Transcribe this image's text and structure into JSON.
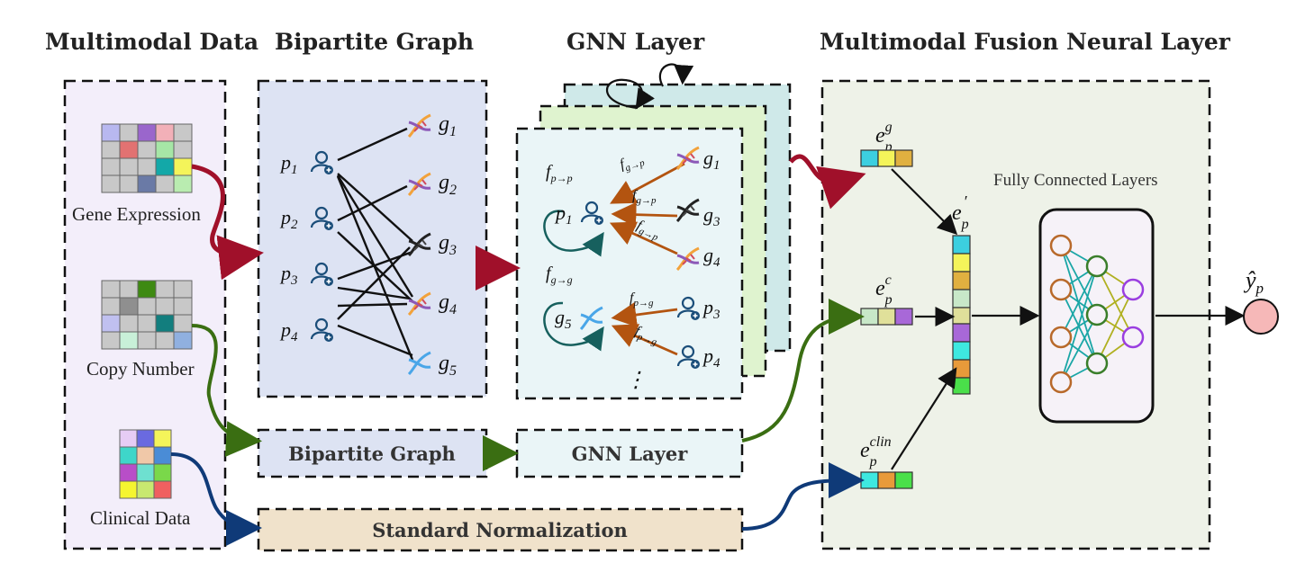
{
  "titles": {
    "multimodal_data": "Multimodal Data",
    "bipartite_graph": "Bipartite Graph",
    "gnn_layer": "GNN Layer",
    "fusion_layer": "Multimodal Fusion Neural Layer"
  },
  "inputs": {
    "gene_expression": "Gene Expression",
    "copy_number": "Copy Number",
    "clinical_data": "Clinical Data"
  },
  "bipartite": {
    "patients": [
      "p",
      "p",
      "p",
      "p"
    ],
    "patient_subs": [
      "1",
      "2",
      "3",
      "4"
    ],
    "genes": [
      "g",
      "g",
      "g",
      "g",
      "g"
    ],
    "gene_subs": [
      "1",
      "2",
      "3",
      "4",
      "5"
    ]
  },
  "gnn": {
    "f_pp": "f",
    "f_pp_sub": "p→p",
    "f_gg": "f",
    "f_gg_sub": "g→g",
    "f_gp": "f",
    "f_gp_sub": "g→p",
    "f_pg": "f",
    "f_pg_sub": "p→g",
    "p1": "p",
    "p1_sub": "1",
    "g5": "g",
    "g5_sub": "5",
    "ellipsis": "⋮"
  },
  "pipeline": {
    "bipartite_graph_box": "Bipartite Graph",
    "gnn_layer_box": "GNN Layer",
    "standard_normalization": "Standard Normalization"
  },
  "fusion": {
    "e": "e",
    "e_sub": "p",
    "e_g_sup": "g",
    "e_c_sup": "c",
    "e_clin_sup": "clin",
    "e_prime_sup": "′",
    "fully_connected_label": "Fully Connected Layers",
    "output": "ŷ",
    "output_sub": "p"
  },
  "colors": {
    "gene_arrow": "#a0102a",
    "copy_arrow": "#3a6e12",
    "clin_arrow": "#0f3a78",
    "gnn_edge": "#b35410",
    "patient_icon": "#1b4e7a"
  }
}
